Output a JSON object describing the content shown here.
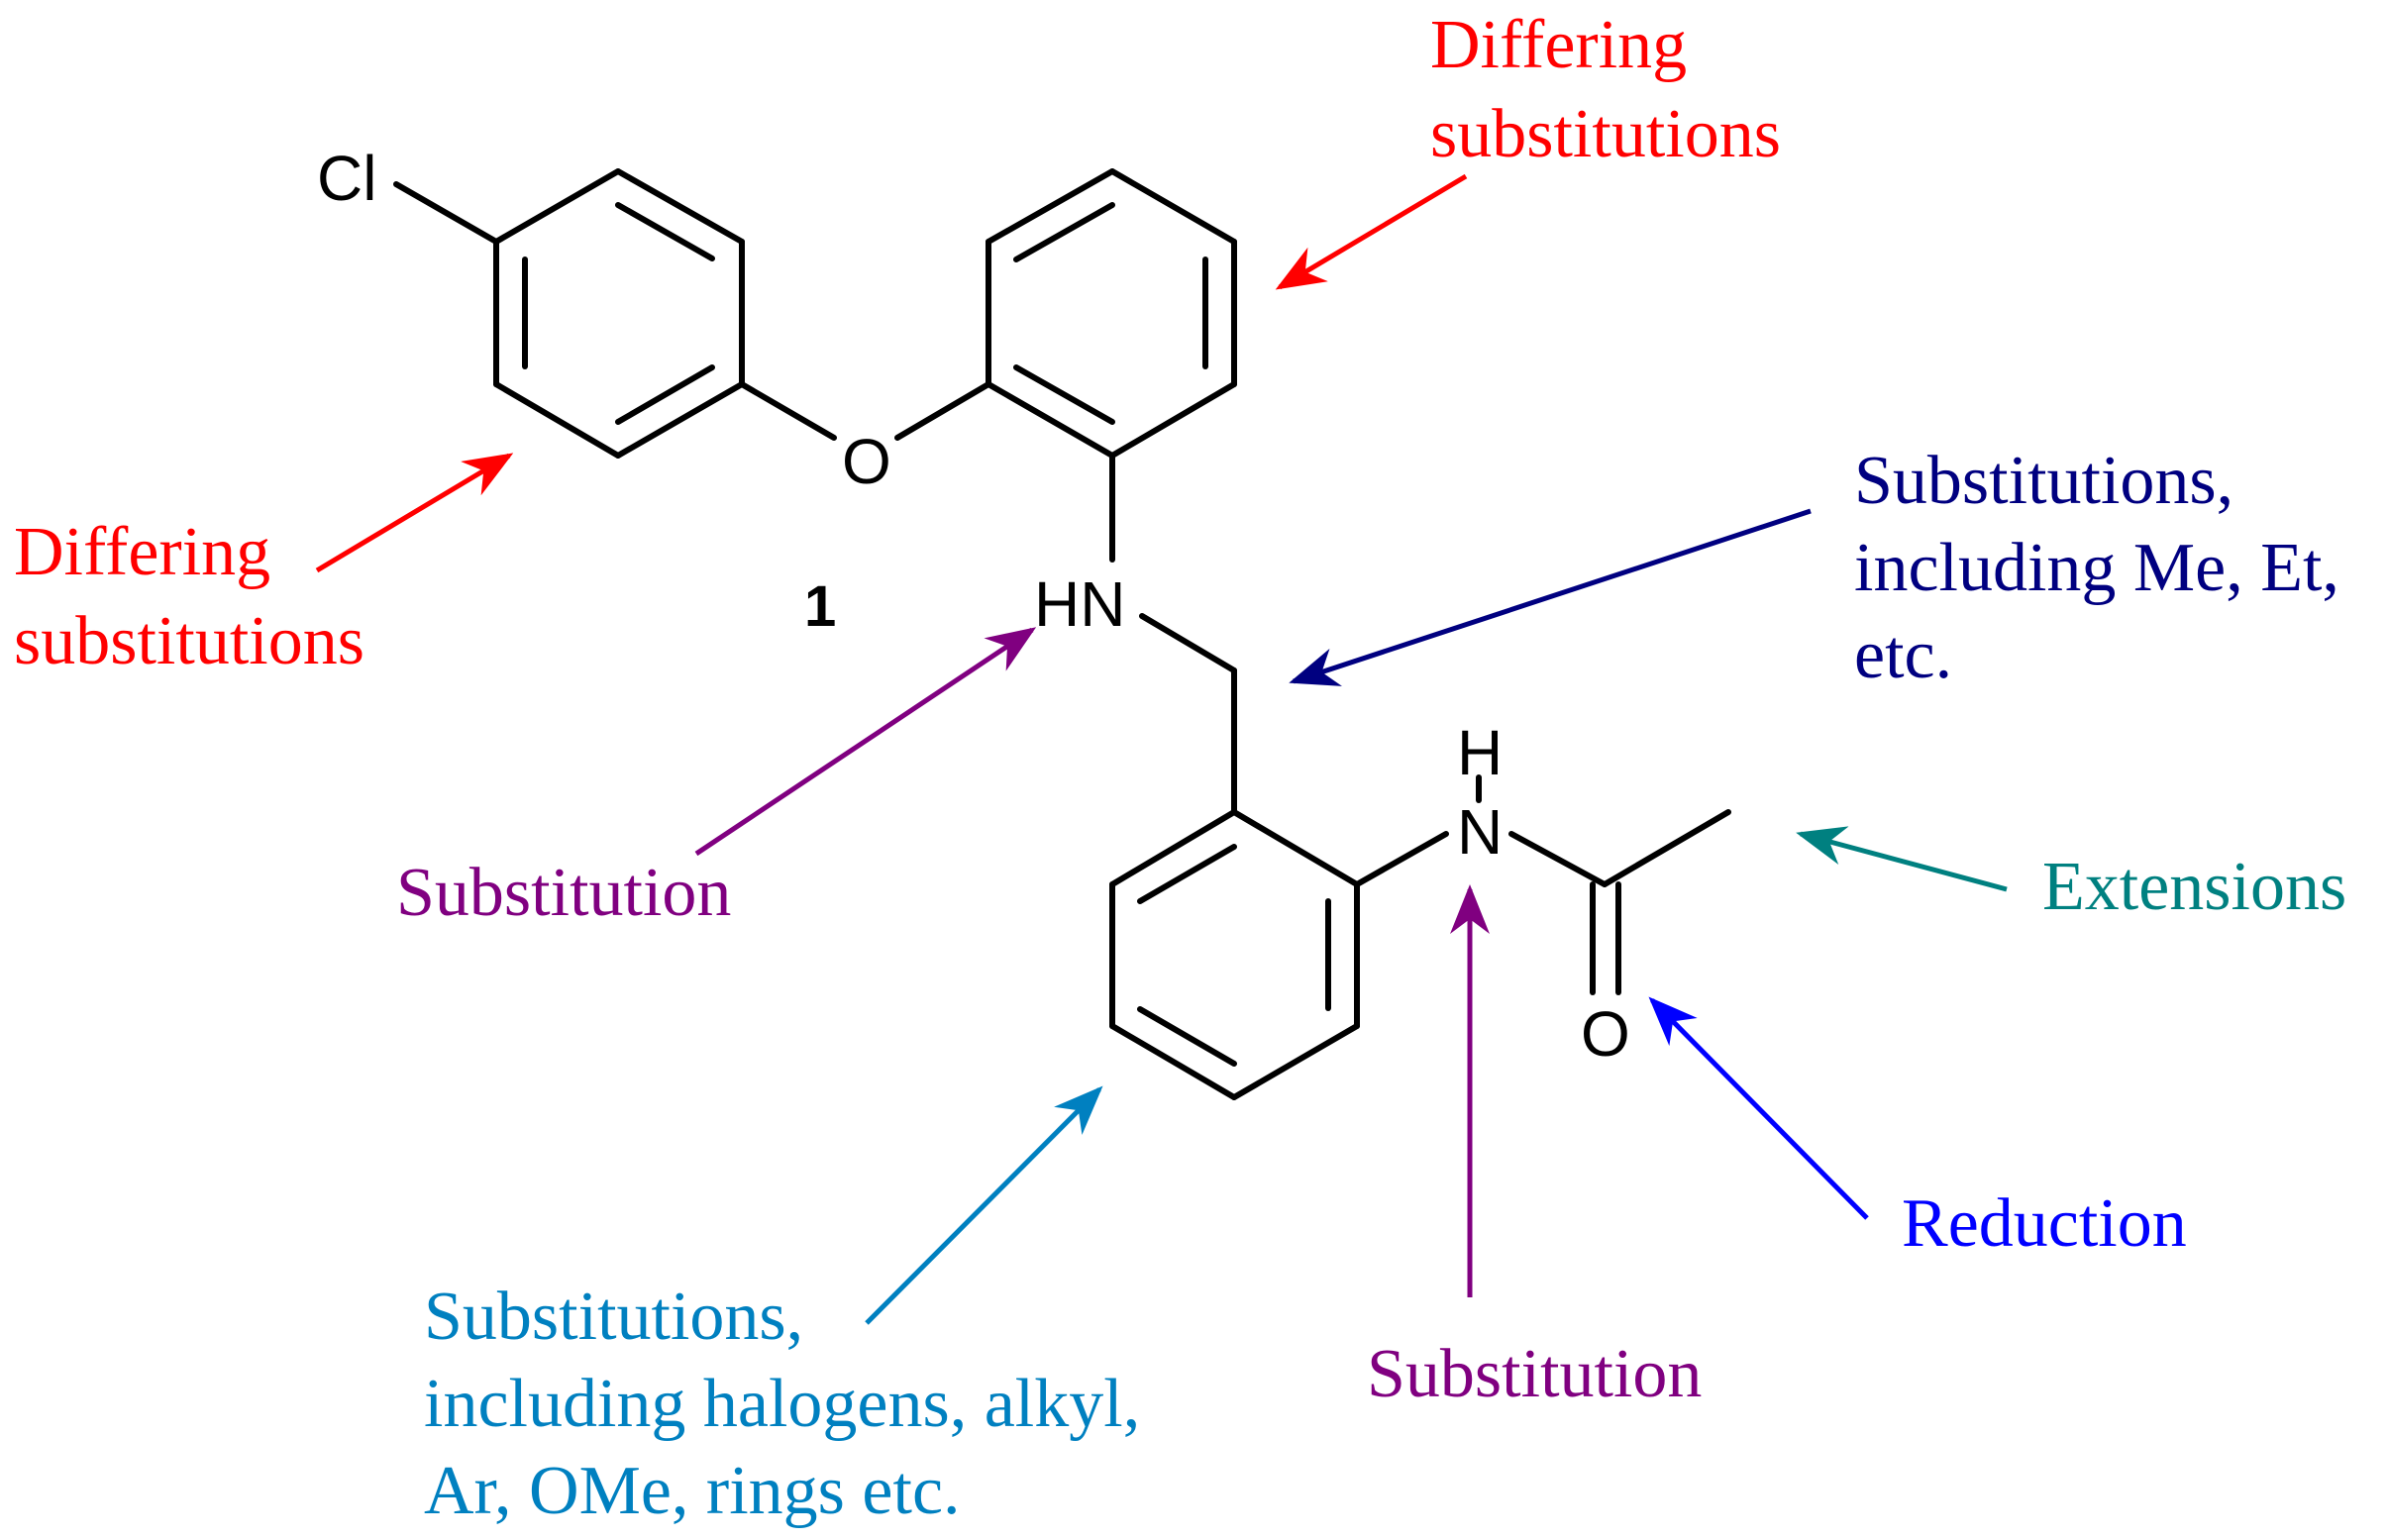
{
  "compound": {
    "number": "1",
    "atoms": {
      "chlorine": "Cl",
      "ether_oxygen": "O",
      "amine": "HN",
      "amide_h": "H",
      "amide_n": "N",
      "carbonyl_oxygen": "O"
    }
  },
  "annotations": {
    "upper_ring": {
      "lines": [
        "Differing",
        "substitutions"
      ],
      "color": "#ff0000"
    },
    "chloro_ring": {
      "lines": [
        "Differing",
        "substitutions"
      ],
      "color": "#ff0000"
    },
    "methylene": {
      "lines": [
        "Substitutions,",
        "including Me, Et,",
        "etc."
      ],
      "color": "#000080"
    },
    "amine_nh": {
      "lines": [
        "Substitution"
      ],
      "color": "#800080"
    },
    "acetyl_methyl": {
      "lines": [
        "Extensions"
      ],
      "color": "#008080"
    },
    "lower_ring": {
      "lines": [
        "Substitutions,",
        "including halogens, alkyl,",
        "Ar, OMe, rings etc."
      ],
      "color": "#0080c0"
    },
    "amide_nh": {
      "lines": [
        "Substitution"
      ],
      "color": "#800080"
    },
    "carbonyl": {
      "lines": [
        "Reduction"
      ],
      "color": "#0000ff"
    }
  }
}
